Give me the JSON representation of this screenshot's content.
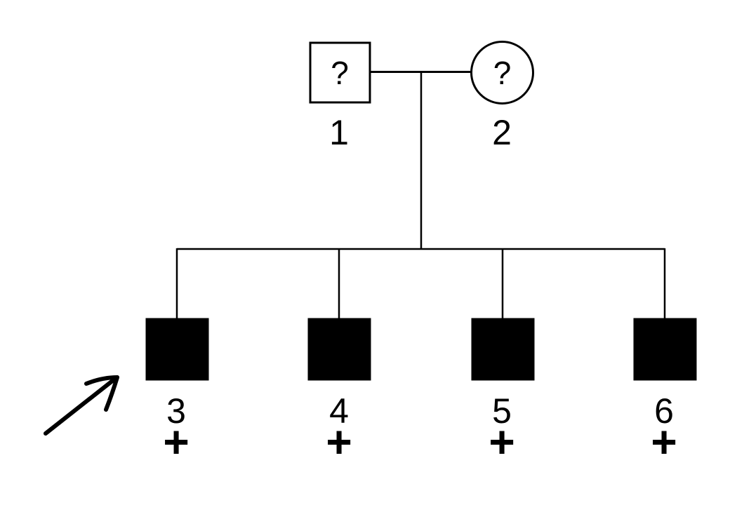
{
  "diagram": {
    "type": "pedigree-chart",
    "colors": {
      "line": "#000000",
      "affected_fill": "#000000",
      "unaffected_fill": "#ffffff",
      "background": "#ffffff"
    },
    "generation_I": {
      "father": {
        "label": "1",
        "symbol": "square-male-unknown",
        "symbol_text": "?"
      },
      "mother": {
        "label": "2",
        "symbol": "circle-female-unknown",
        "symbol_text": "?"
      }
    },
    "generation_II": {
      "children": [
        {
          "label": "3",
          "symbol": "filled-square-affected-male",
          "marker": "+",
          "proband": true
        },
        {
          "label": "4",
          "symbol": "filled-square-affected-male",
          "marker": "+",
          "proband": false
        },
        {
          "label": "5",
          "symbol": "filled-square-affected-male",
          "marker": "+",
          "proband": false
        },
        {
          "label": "6",
          "symbol": "filled-square-affected-male",
          "marker": "+",
          "proband": false
        }
      ]
    }
  }
}
